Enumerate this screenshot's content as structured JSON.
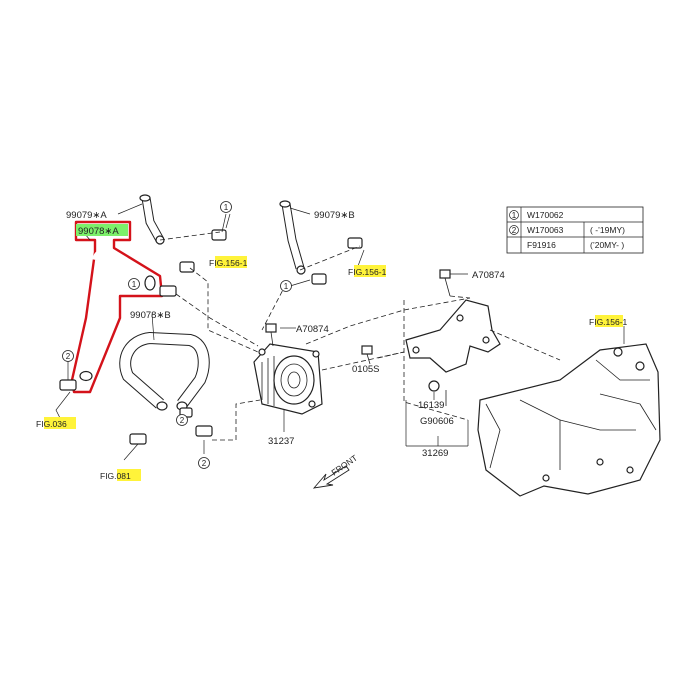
{
  "labels": {
    "hose_a": "99078∗A",
    "hose_b": "99078∗B",
    "hose_upper_left": "99079∗A",
    "hose_upper_right": "99079∗B",
    "bolt_a1": "A70874",
    "bolt_a2": "A70874",
    "cooler": "31237",
    "bracket": "31269",
    "bolt_0105": "0105S",
    "nut_16139": "16139",
    "bolt_g90606": "G90606",
    "front": "FRONT"
  },
  "fig_refs": {
    "fig156_left": {
      "prefix": "F",
      "highlight": "IG.156",
      "suffix": "-1"
    },
    "fig156_mid": {
      "prefix": "F",
      "highlight": "IG.156",
      "suffix": "-1"
    },
    "fig156_right": {
      "prefix": "F",
      "highlight": "IG.15",
      "suffix": "6-1"
    },
    "fig036": {
      "prefix": "FI",
      "highlight": "G.036",
      "suffix": ""
    },
    "fig081": {
      "prefix": "FIG",
      "highlight": ".081",
      "suffix": ""
    }
  },
  "callouts": {
    "c1a": "1",
    "c1b": "1",
    "c1c": "1",
    "c2a": "2",
    "c2b": "2",
    "c2c": "2"
  },
  "legend": {
    "rows": [
      {
        "num": "1",
        "part": "W170062",
        "note": ""
      },
      {
        "num": "2",
        "part": "W170063",
        "note": "( -’19MY)"
      },
      {
        "num": "",
        "part": "F91916",
        "note": "(’20MY- )"
      }
    ]
  },
  "colors": {
    "highlight_yellow": "#fff33a",
    "highlight_green": "#7cf06a",
    "outline_red": "#d4121a",
    "line": "#222222"
  }
}
